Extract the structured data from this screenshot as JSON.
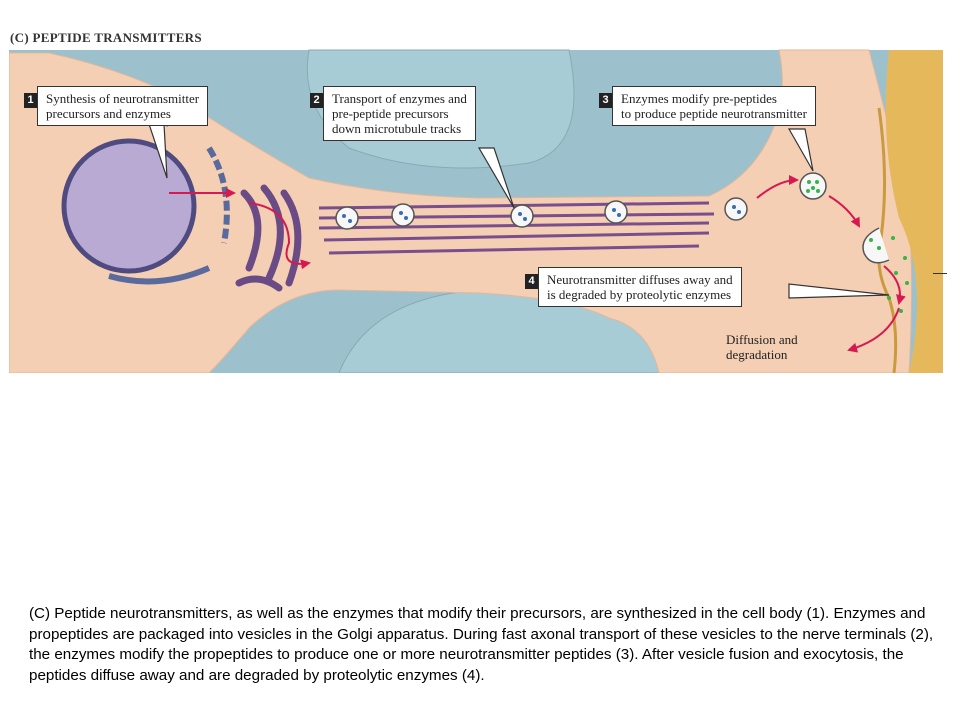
{
  "figure": {
    "title": "(C) PEPTIDE TRANSMITTERS",
    "callouts": [
      {
        "number": "1",
        "lines": [
          "Synthesis of neurotransmitter",
          "precursors and enzymes"
        ]
      },
      {
        "number": "2",
        "lines": [
          "Transport of enzymes and",
          "pre-peptide precursors",
          "down microtubule tracks"
        ]
      },
      {
        "number": "3",
        "lines": [
          "Enzymes modify pre-peptides",
          "to produce peptide neurotransmitter"
        ]
      },
      {
        "number": "4",
        "lines": [
          "Neurotransmitter diffuses away and",
          "is degraded by proteolytic enzymes"
        ]
      }
    ],
    "diffusion_label": [
      "Diffusion and",
      "degradation"
    ],
    "colors": {
      "background_fluid": "#9cc1cd",
      "cell_body": "#f4cfb4",
      "nucleus": "#b9aad3",
      "microtubule": "#7a4e8c",
      "golgi": "#6b4b85",
      "postsynaptic": "#e6b85c",
      "arrow": "#d6194f",
      "peptide_dot": "#37b34a",
      "enzyme_dot": "#3a6db3"
    }
  },
  "caption": "(C) Peptide neurotransmitters, as well as the enzymes that modify their precursors, are synthesized in the cell body (1). Enzymes and propeptides are packaged into vesicles in the Golgi apparatus. During fast axonal transport of these vesicles to the nerve terminals (2), the enzymes modify the propeptides to produce one or more neurotransmitter peptides (3). After vesicle fusion and exocytosis, the peptides diffuse away and are degraded by proteolytic enzymes (4)."
}
